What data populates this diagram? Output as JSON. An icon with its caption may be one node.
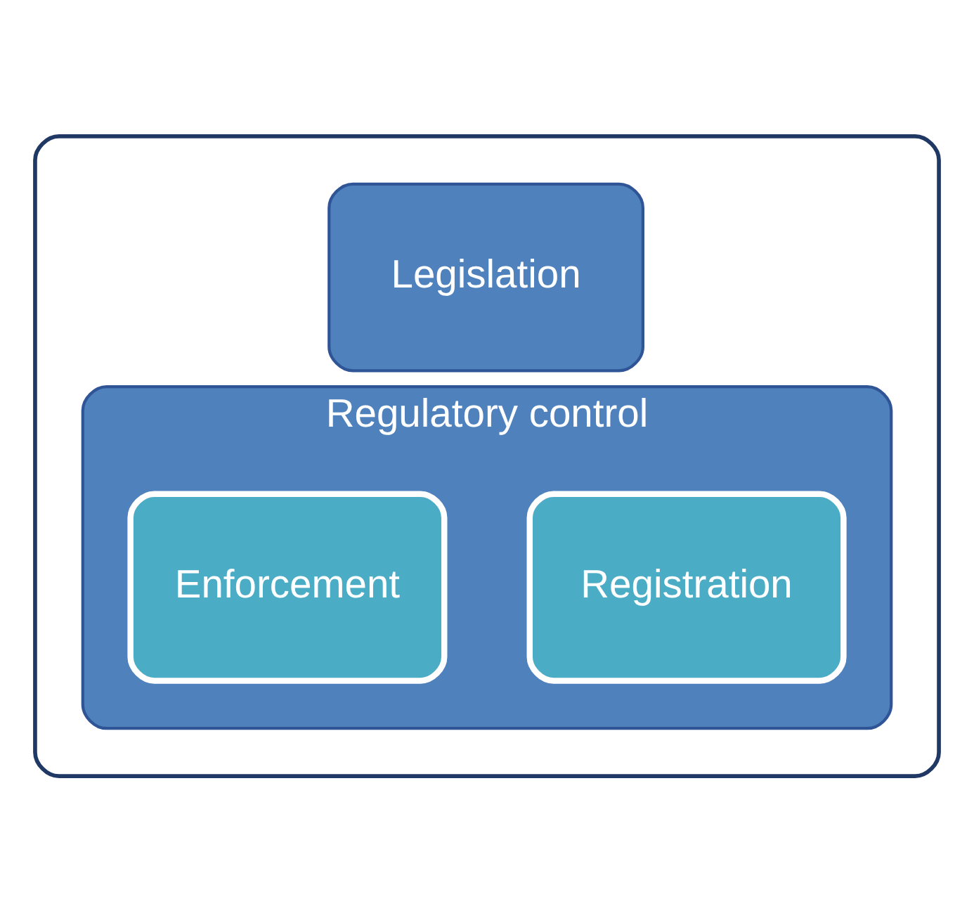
{
  "diagram": {
    "nodes": [
      {
        "text": [],
        "shape": "box"
      },
      {
        "text": [
          "Legislation"
        ],
        "in": 0
      },
      {
        "text": [
          "Regulatory control"
        ],
        "in": 0
      },
      {
        "text": [
          "Registration"
        ],
        "in": 2
      },
      {
        "text": [
          "Enforcement"
        ],
        "in": 2
      }
    ]
  }
}
